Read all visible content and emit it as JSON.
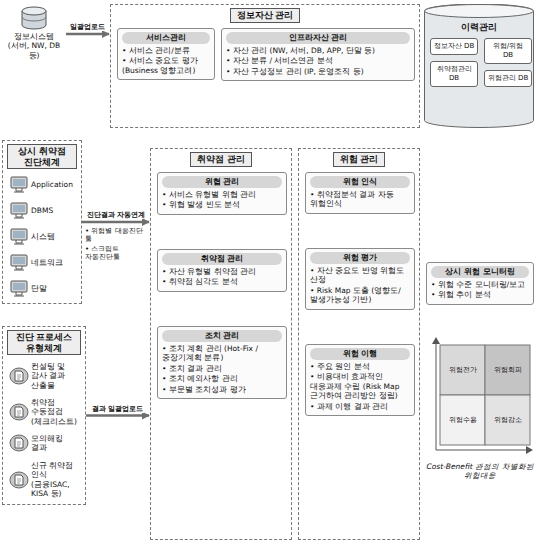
{
  "diagram": {
    "nodes": [
      {
        "text": [
          "정보시스템 (서버, NW, DB 등)"
        ]
      },
      {
        "text": [
          "정보자산 관리"
        ]
      },
      {
        "text": [
          "서비스관리",
          "• 서비스 관리/분류",
          "• 서비스 중요도 평가 (Business 영향고려)"
        ],
        "in": 1
      },
      {
        "text": [
          "인프라자산 관리",
          "• 자산 관리 (NW, 서버, DB, APP, 단말 등)",
          "• 자산 분류 / 서비스연관 분석",
          "• 자산 구성정보 관리 (IP, 운영조직 등)"
        ],
        "in": 1
      },
      {
        "text": [
          "이력관리"
        ]
      },
      {
        "text": [
          "정보자산 DB"
        ],
        "in": 4
      },
      {
        "text": [
          "위협/위험 DB"
        ],
        "in": 4
      },
      {
        "text": [
          "취약점관리 DB"
        ],
        "in": 4
      },
      {
        "text": [
          "위험관리 DB"
        ],
        "in": 4
      },
      {
        "text": [
          "상시 취약점 진단체계"
        ]
      },
      {
        "text": [
          "Application"
        ],
        "in": 9
      },
      {
        "text": [
          "DBMS"
        ],
        "in": 9
      },
      {
        "text": [
          "시스템"
        ],
        "in": 9
      },
      {
        "text": [
          "네트워크"
        ],
        "in": 9
      },
      {
        "text": [
          "단말"
        ],
        "in": 9
      },
      {
        "text": [
          "취약점 관리"
        ]
      },
      {
        "text": [
          "위협 관리",
          "• 서비스 유형별 위협 관리",
          "• 위협 발생 빈도 분석"
        ],
        "in": 15
      },
      {
        "text": [
          "취약점 관리",
          "• 자산 유형별 취약점 관리",
          "• 취약점 심각도 분석"
        ],
        "in": 15
      },
      {
        "text": [
          "조치 관리",
          "• 조치 계획 관리 (Hot-Fix / 중장기계획 분류)",
          "• 조치 결과 관리",
          "• 조치 예외사항 관리",
          "• 부문별 조치성과 평가"
        ],
        "in": 15
      },
      {
        "text": [
          "위험 관리"
        ]
      },
      {
        "text": [
          "위험 인식",
          "• 취약점분석 결과 자동 위험인식"
        ],
        "in": 19
      },
      {
        "text": [
          "위험 평가",
          "• 자산 중요도 반영 위험도 산정",
          "• Risk Map 도출 (영향도/발생가능성 기반)"
        ],
        "in": 19
      },
      {
        "text": [
          "위험 이행",
          "• 주요 원인 분석",
          "• 비용대비 효과적인 대응과제 수립 (Risk Map 근거하여 관리방안 정립)",
          "• 과제 이행 결과 관리"
        ],
        "in": 19
      },
      {
        "text": [
          "상시 위험 모니터링",
          "• 위험 수준 모니터링/보고",
          "• 위험 추이 분석"
        ]
      },
      {
        "text": [
          "진단 프로세스 유형체계"
        ]
      },
      {
        "text": [
          "컨설팅 및 감사 결과 산출물"
        ],
        "in": 24
      },
      {
        "text": [
          "취약점 수동점검 (체크리스트)"
        ],
        "in": 24
      },
      {
        "text": [
          "모의해킹 결과"
        ],
        "in": 24
      },
      {
        "text": [
          "신규 취약점 인식 (금융ISAC, KISA 등)"
        ],
        "in": 24
      }
    ],
    "edges": [
      {
        "from": 0,
        "to": 1,
        "label": "일괄업로드",
        "arrow": "to"
      },
      {
        "from": 9,
        "to": 15,
        "label": "진단결과 자동연계",
        "arrow": "to"
      },
      {
        "from": 24,
        "to": 15,
        "label": "결과 일괄업로드",
        "arrow": "to"
      },
      {
        "from": 16,
        "to": 17,
        "arrow": "to"
      },
      {
        "from": 17,
        "to": 18,
        "arrow": "to"
      },
      {
        "from": 20,
        "to": 21,
        "arrow": "to"
      },
      {
        "from": 21,
        "to": 22,
        "arrow": "to"
      }
    ],
    "labels": [
      "• 위협별 대응진단 툴",
      "• 스크립트 자동진단툴",
      "위험회피",
      "위험감소",
      "위험전가",
      "위험수용",
      "Cost-Benefit 관점의 차별화된 위험대응"
    ]
  }
}
